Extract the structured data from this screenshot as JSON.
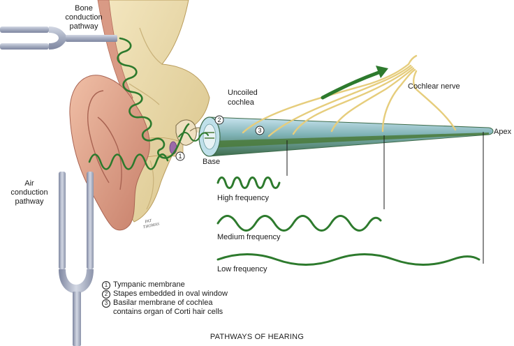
{
  "labels": {
    "bone_conduction": [
      "Bone",
      "conduction",
      "pathway"
    ],
    "air_conduction": [
      "Air",
      "conduction",
      "pathway"
    ],
    "uncoiled_cochlea": [
      "Uncoiled",
      "cochlea"
    ],
    "cochlear_nerve": "Cochlear nerve",
    "apex": "Apex",
    "base": "Base",
    "high_frequency": "High frequency",
    "medium_frequency": "Medium frequency",
    "low_frequency": "Low frequency",
    "signature": [
      "PAT",
      "THOMAS"
    ]
  },
  "markers": {
    "m1": "1",
    "m2": "2",
    "m3": "3"
  },
  "legend": [
    {
      "num": "1",
      "text": "Tympanic membrane",
      "cont": ""
    },
    {
      "num": "2",
      "text": "Stapes embedded in oval window",
      "cont": ""
    },
    {
      "num": "3",
      "text": "Basilar membrane of cochlea",
      "cont": "contains organ of Corti hair cells"
    }
  ],
  "caption": "PATHWAYS OF HEARING",
  "colors": {
    "wave": "#2d7a2d",
    "cochlea": "#7fa58a",
    "cochlea_shade": "#3f6f4a",
    "nerve": "#e6cd7c",
    "bone": "#eadcae",
    "skin": "#e7a98e",
    "fork": "#9aa3b8"
  },
  "icons": [
    "tuning-fork-bone",
    "tuning-fork-air",
    "ear",
    "arrow"
  ]
}
